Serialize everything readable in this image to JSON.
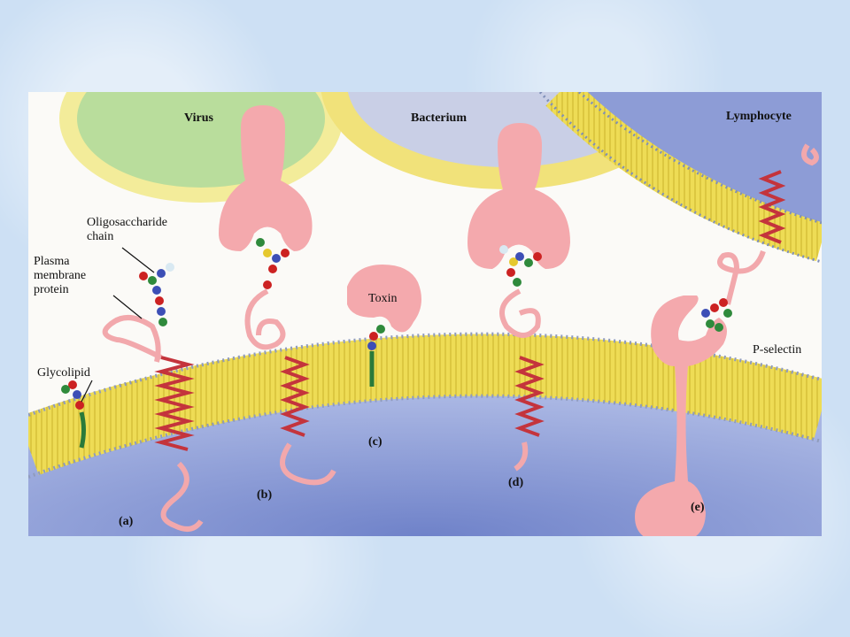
{
  "labels": {
    "virus": "Virus",
    "bacterium": "Bacterium",
    "lymphocyte": "Lymphocyte",
    "oligo_line1": "Oligosaccharide",
    "oligo_line2": "chain",
    "plasma_line1": "Plasma",
    "plasma_line2": "membrane",
    "plasma_line3": "protein",
    "glycolipid": "Glycolipid",
    "toxin": "Toxin",
    "p_selectin": "P-selectin"
  },
  "panels": {
    "a": "(a)",
    "b": "(b)",
    "c": "(c)",
    "d": "(d)",
    "e": "(e)"
  },
  "colors": {
    "membrane_yellow": "#e8d84a",
    "cytoplasm_blue": "#8e9fd6",
    "protein_pink": "#f4a9ad",
    "helix_red": "#c4343c",
    "virus_green": "#b7dc9b",
    "glycolipid_green": "#2a7a3a"
  }
}
